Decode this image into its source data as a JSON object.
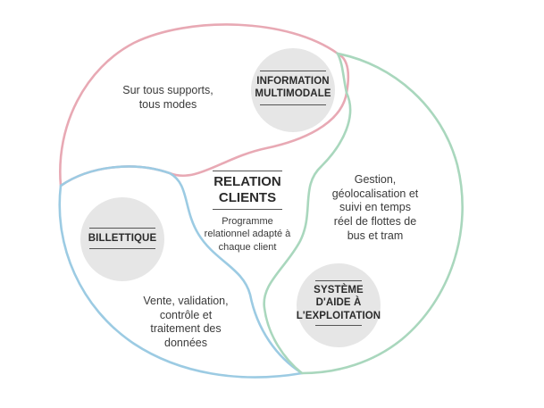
{
  "center": {
    "title_line1": "RELATION",
    "title_line2": "CLIENTS",
    "subtitle": [
      "Programme",
      "relationnel adapté à",
      "chaque client"
    ]
  },
  "nodes": {
    "information": {
      "title": [
        "INFORMATION",
        "MULTIMODALE"
      ],
      "description": [
        "Sur tous supports,",
        "tous modes"
      ],
      "color": "#e8a9b4"
    },
    "billettique": {
      "title": [
        "BILLETTIQUE"
      ],
      "description": [
        "Vente, validation,",
        "contrôle et",
        "traitement des",
        "données"
      ],
      "color": "#9ccbe3"
    },
    "sae": {
      "title": [
        "SYSTÈME",
        "D'AIDE À",
        "L'EXPLOITATION"
      ],
      "description": [
        "Gestion,",
        "géolocalisation et",
        "suivi en temps",
        "réel de flottes de",
        "bus et tram"
      ],
      "color": "#a9d7bd"
    }
  },
  "colors": {
    "node_fill": "#e6e6e6",
    "text": "#333333",
    "rule": "#555555"
  }
}
